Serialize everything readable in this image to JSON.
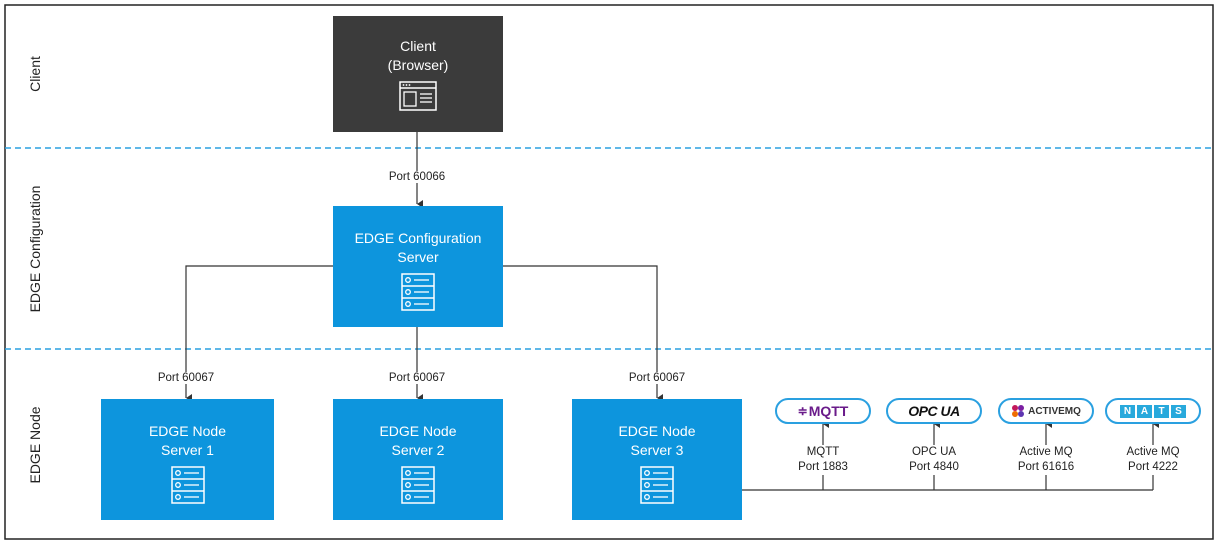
{
  "lanes": [
    "Client",
    "EDGE Configuration",
    "EDGE Node"
  ],
  "client": {
    "line1": "Client",
    "line2": "(Browser)",
    "icon": "browser-icon"
  },
  "config_server": {
    "line1": "EDGE Configuration",
    "line2": "Server",
    "icon": "server-icon"
  },
  "nodes": [
    {
      "line1": "EDGE Node",
      "line2": "Server 1",
      "icon": "server-icon"
    },
    {
      "line1": "EDGE Node",
      "line2": "Server 2",
      "icon": "server-icon"
    },
    {
      "line1": "EDGE Node",
      "line2": "Server 3",
      "icon": "server-icon"
    }
  ],
  "ports": {
    "client_to_config": "Port 60066",
    "config_to_node_1": "Port 60067",
    "config_to_node_2": "Port 60067",
    "config_to_node_3": "Port 60067"
  },
  "brokers": [
    {
      "logo_text": "MQTT",
      "label1": "MQTT",
      "label2": "Port 1883"
    },
    {
      "logo_text": "OPC UA",
      "label1": "OPC UA",
      "label2": "Port 4840"
    },
    {
      "logo_text": "ACTIVEMQ",
      "label1": "Active MQ",
      "label2": "Port 61616"
    },
    {
      "logo_text": [
        "N",
        "A",
        "T",
        "S"
      ],
      "label1": "Active MQ",
      "label2": "Port 4222"
    }
  ],
  "colors": {
    "client_box": "#3b3b3b",
    "server_box": "#0d95dd",
    "lane_divider": "#2aa0e0",
    "connector": "#333333",
    "mqtt_logo": "#6a1b8a",
    "nats_logo": "#28a9dc"
  }
}
